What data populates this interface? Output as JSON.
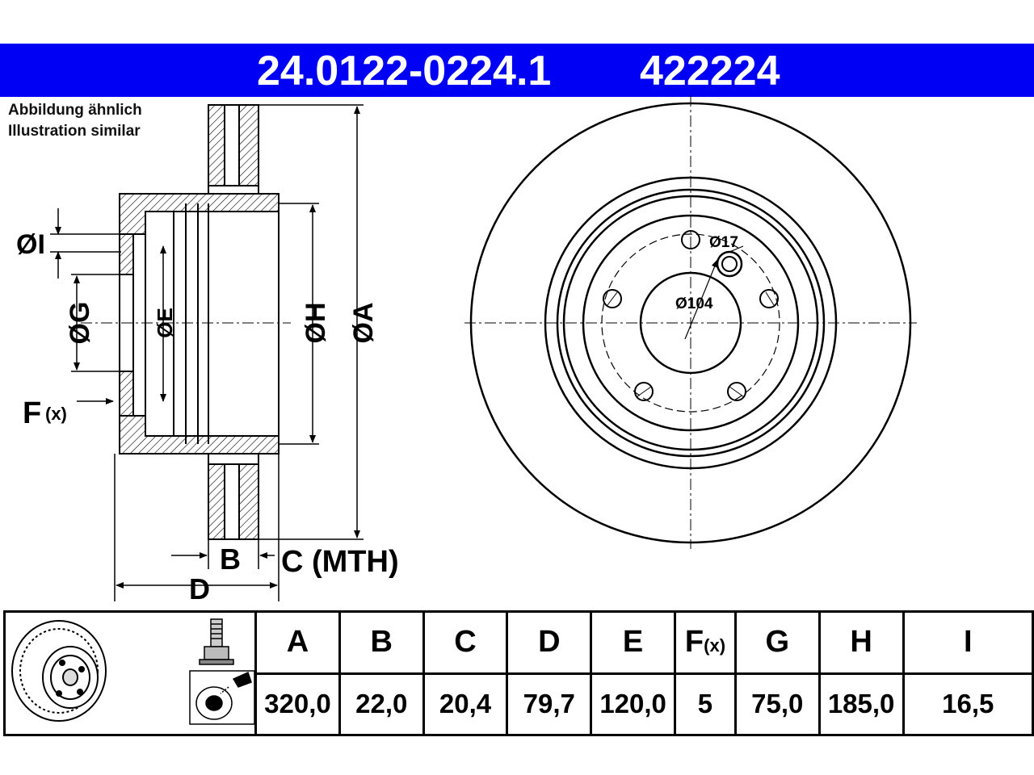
{
  "header": {
    "part_number": "24.0122-0224.1",
    "ref_number": "422224",
    "background": "#0000f5"
  },
  "note": {
    "line1": "Abbildung ähnlich",
    "line2": "Illustration similar"
  },
  "section_labels": {
    "I": "ØI",
    "G": "ØG",
    "E": "ØE",
    "H": "ØH",
    "A": "ØA",
    "F": "F",
    "F_sub": "(x)",
    "B": "B",
    "C": "C (MTH)",
    "D": "D"
  },
  "front_labels": {
    "hole": "Ø17",
    "pcd": "Ø104"
  },
  "table": {
    "headers": [
      "A",
      "B",
      "C",
      "D",
      "E",
      "F",
      "G",
      "H",
      "I"
    ],
    "f_sub": "(x)",
    "values": [
      "320,0",
      "22,0",
      "20,4",
      "79,7",
      "120,0",
      "5",
      "75,0",
      "185,0",
      "16,5"
    ]
  },
  "icons": [
    "brake-disc-icon",
    "bolt-icon",
    "brake-cleaner-icon"
  ]
}
